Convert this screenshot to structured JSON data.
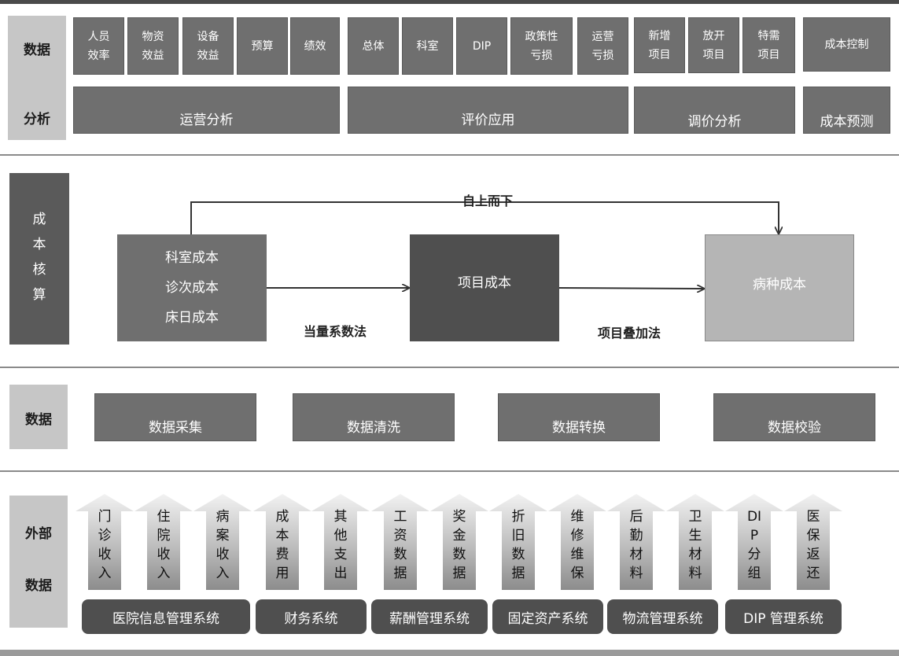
{
  "analysis": {
    "label": [
      "数据",
      "分析"
    ],
    "metrics": [
      {
        "lines": [
          "人员",
          "效率"
        ]
      },
      {
        "lines": [
          "物资",
          "效益"
        ]
      },
      {
        "lines": [
          "设备",
          "效益"
        ]
      },
      {
        "lines": [
          "预算"
        ]
      },
      {
        "lines": [
          "绩效"
        ]
      },
      {
        "lines": [
          "总体"
        ]
      },
      {
        "lines": [
          "科室"
        ]
      },
      {
        "lines": [
          "DIP"
        ]
      },
      {
        "lines": [
          "政策性",
          "亏损"
        ]
      },
      {
        "lines": [
          "运营",
          "亏损"
        ]
      },
      {
        "lines": [
          "新增",
          "项目"
        ]
      },
      {
        "lines": [
          "放开",
          "项目"
        ]
      },
      {
        "lines": [
          "特需",
          "项目"
        ]
      },
      {
        "lines": [
          "成本控制"
        ]
      }
    ],
    "categories": [
      "运营分析",
      "评价应用",
      "调价分析",
      "成本预测"
    ]
  },
  "accounting": {
    "label": [
      "成",
      "本",
      "核",
      "算"
    ],
    "box1_lines": [
      "科室成本",
      "诊次成本",
      "床日成本"
    ],
    "box2": "项目成本",
    "box3": "病种成本",
    "top_arrow_label": "自上而下",
    "arrow1_label": "当量系数法",
    "arrow2_label": "项目叠加法"
  },
  "data_process": {
    "label": "数据",
    "steps": [
      "数据采集",
      "数据清洗",
      "数据转换",
      "数据校验"
    ]
  },
  "external": {
    "label": [
      "外部",
      "数据"
    ],
    "sources": [
      {
        "chars": [
          "门",
          "诊",
          "收",
          "入"
        ]
      },
      {
        "chars": [
          "住",
          "院",
          "收",
          "入"
        ]
      },
      {
        "chars": [
          "病",
          "案",
          "收",
          "入"
        ]
      },
      {
        "chars": [
          "成",
          "本",
          "费",
          "用"
        ]
      },
      {
        "chars": [
          "其",
          "他",
          "支",
          "出"
        ]
      },
      {
        "chars": [
          "工",
          "资",
          "数",
          "据"
        ]
      },
      {
        "chars": [
          "奖",
          "金",
          "数",
          "据"
        ]
      },
      {
        "chars": [
          "折",
          "旧",
          "数",
          "据"
        ]
      },
      {
        "chars": [
          "维",
          "修",
          "维",
          "保"
        ]
      },
      {
        "chars": [
          "后",
          "勤",
          "材",
          "料"
        ]
      },
      {
        "chars": [
          "卫",
          "生",
          "材",
          "料"
        ]
      },
      {
        "chars": [
          "DI",
          "P",
          "分",
          "组"
        ]
      },
      {
        "chars": [
          "医",
          "保",
          "返",
          "还"
        ]
      }
    ],
    "systems": [
      "医院信息管理系统",
      "财务系统",
      "薪酬管理系统",
      "固定资产系统",
      "物流管理系统",
      "DIP 管理系统"
    ]
  },
  "colors": {
    "dark_box": "#4f4f4f",
    "mid_box": "#6f6f6f",
    "light_box": "#b5b5b5",
    "label_bg": "#c6c6c6",
    "accounting_label_bg": "#5a5a5a"
  }
}
